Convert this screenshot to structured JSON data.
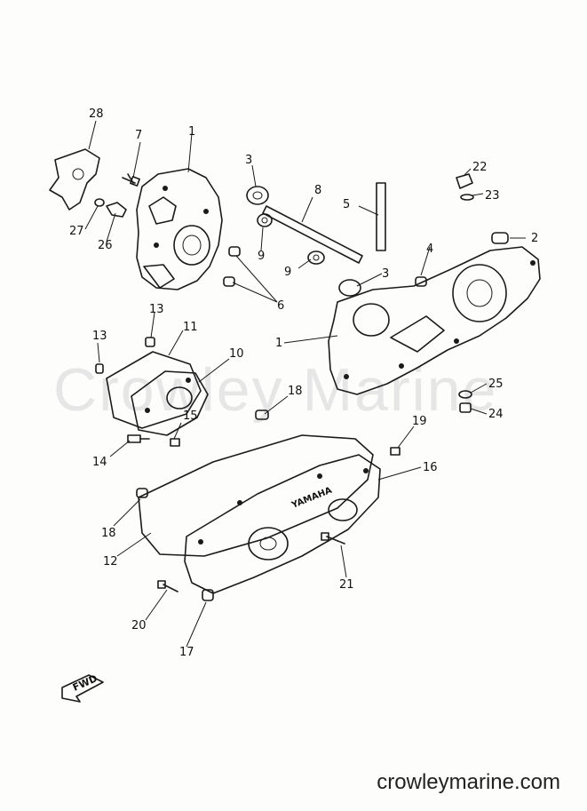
{
  "watermark": "Crowley Marine",
  "footer": "crowleymarine.com",
  "fwd_label": "FWD",
  "brand_label": "YAMAHA",
  "callouts": [
    "28",
    "7",
    "1",
    "3",
    "8",
    "22",
    "23",
    "5",
    "2",
    "27",
    "26",
    "9",
    "9",
    "4",
    "3",
    "6",
    "1",
    "13",
    "11",
    "13",
    "10",
    "18",
    "25",
    "24",
    "15",
    "19",
    "14",
    "16",
    "18",
    "12",
    "21",
    "20",
    "17"
  ]
}
